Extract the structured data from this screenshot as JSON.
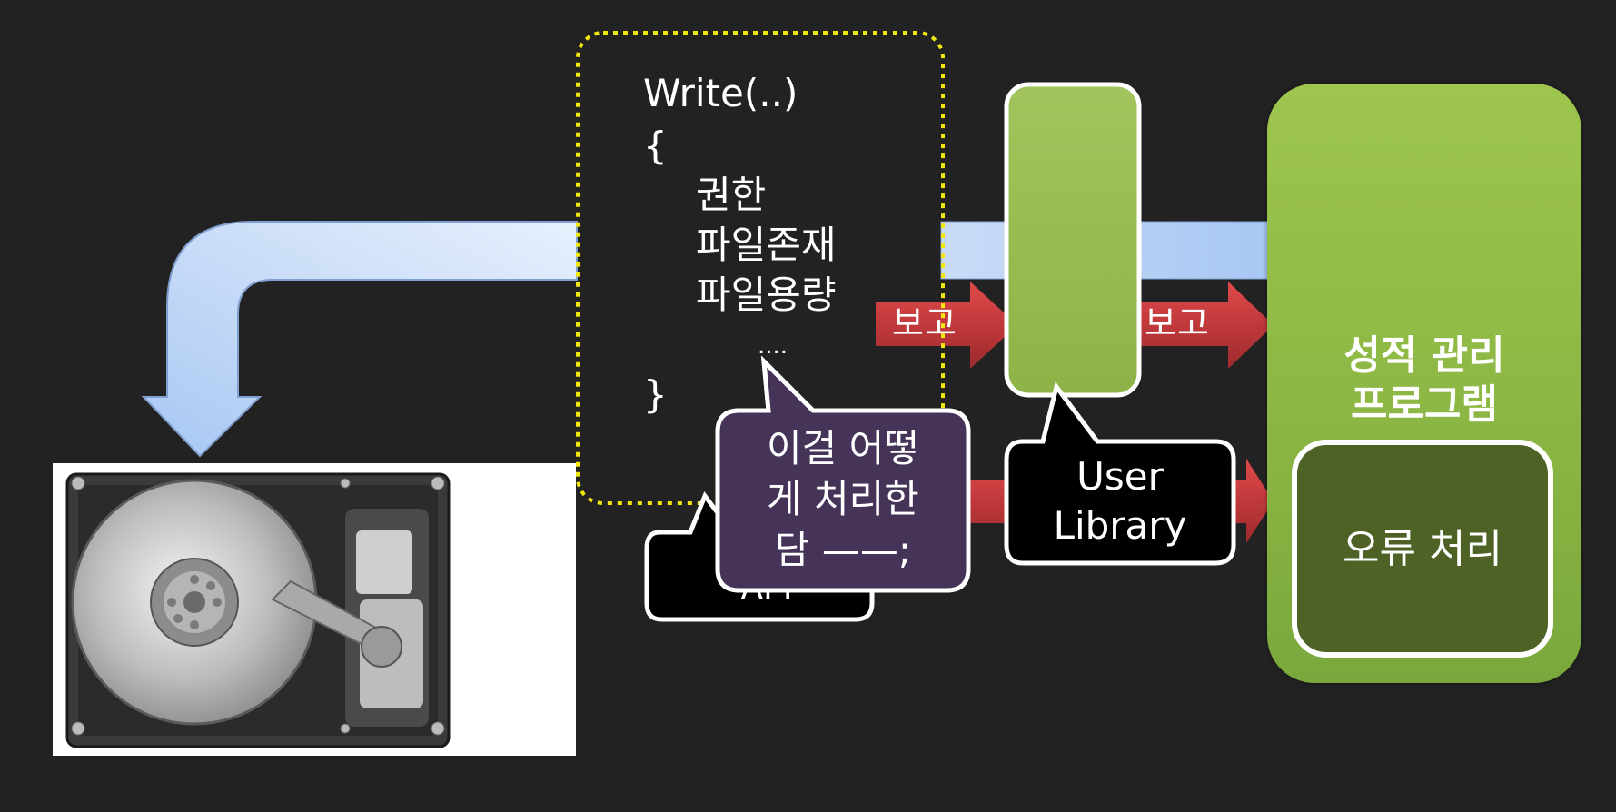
{
  "code": {
    "line1": "Write(..)",
    "line2": "{",
    "line3": "권한",
    "line4": "파일존재",
    "line5": "파일용량",
    "line6": "....",
    "line7": "}"
  },
  "arrows": {
    "report_left": "보고",
    "report_right": "보고"
  },
  "callouts": {
    "question_line1": "이걸 어떻",
    "question_line2": "게 처리한",
    "question_line3": "담 ——;",
    "api_hidden": "API",
    "user_library_line1": "User",
    "user_library_line2": "Library"
  },
  "program": {
    "title_line1": "성적 관리",
    "title_line2": "프로그램",
    "error_handling": "오류 처리"
  },
  "colors": {
    "background": "#222222",
    "blue_arrow": "#b9d3f5",
    "red_arrow": "#c0393b",
    "green_panel": "#9ec64e",
    "dark_green_box": "#4e6226",
    "purple_callout": "#453458",
    "dotted_border": "#f1e60d"
  },
  "icons": {
    "hdd": "hard-disk-drive-icon"
  }
}
